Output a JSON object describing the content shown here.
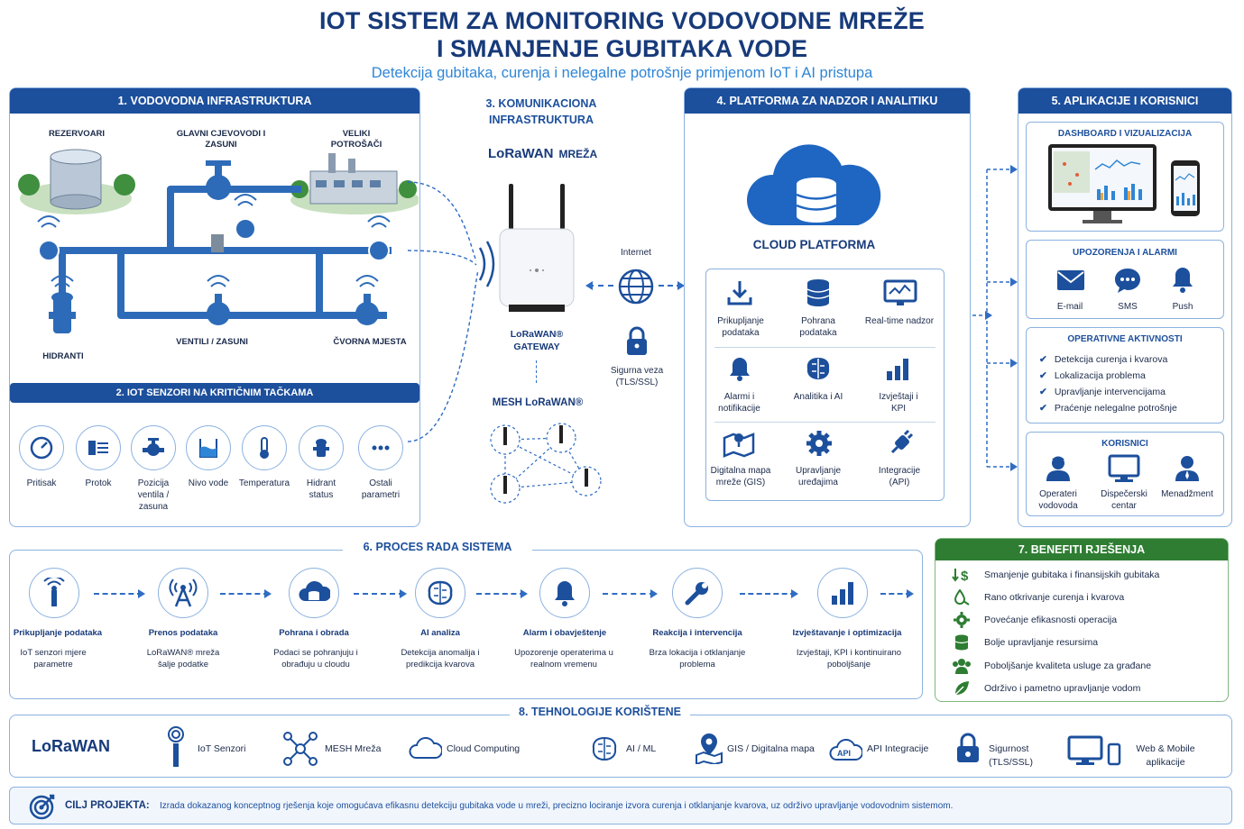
{
  "title_line1": "IOT SISTEM ZA MONITORING VODOVODNE MREŽE",
  "title_line2": "I SMANJENJE GUBITAKA VODE",
  "subtitle": "Detekcija gubitaka, curenja i nelegalne potrošnje primjenom IoT i AI pristupa",
  "section1": {
    "header": "1. VODOVODNA INFRASTRUKTURA",
    "rezervoari": "REZERVOARI",
    "glavni": "GLAVNI CJEVOVODI I ZASUNI",
    "veliki": "VELIKI POTROŠAČI",
    "hidranti": "HIDRANTI",
    "ventili": "VENTILI / ZASUNI",
    "cvorna": "ČVORNA MJESTA"
  },
  "section2": {
    "header": "2. IOT SENZORI NA KRITIČNIM TAČKAMA",
    "sensors": [
      {
        "label": "Pritisak",
        "icon": "gauge-icon"
      },
      {
        "label": "Protok",
        "icon": "flow-icon"
      },
      {
        "label": "Pozicija ventila / zasuna",
        "icon": "valve-icon"
      },
      {
        "label": "Nivo vode",
        "icon": "water-level-icon"
      },
      {
        "label": "Temperatura",
        "icon": "thermometer-icon"
      },
      {
        "label": "Hidrant status",
        "icon": "hydrant-icon"
      },
      {
        "label": "Ostali parametri",
        "icon": "more-icon"
      }
    ]
  },
  "section3": {
    "header_line1": "3. KOMUNIKACIONA",
    "header_line2": "INFRASTRUKTURA",
    "lorawan_logo": "LoRaWAN",
    "mreza": "MREŽA",
    "gateway_line1": "LoRaWAN®",
    "gateway_line2": "GATEWAY",
    "internet": "Internet",
    "secure_line1": "Sigurna veza",
    "secure_line2": "(TLS/SSL)",
    "mesh": "MESH LoRaWAN®"
  },
  "section4": {
    "header": "4. PLATFORMA ZA NADZOR I ANALITIKU",
    "cloud": "CLOUD PLATFORMA",
    "items": [
      {
        "label": "Prikupljanje podataka",
        "icon": "download-icon"
      },
      {
        "label": "Pohrana podataka",
        "icon": "database-icon"
      },
      {
        "label": "Real-time nadzor",
        "icon": "monitor-icon"
      },
      {
        "label": "Alarmi i notifikacije",
        "icon": "bell-icon"
      },
      {
        "label": "Analitika i AI",
        "icon": "brain-icon"
      },
      {
        "label": "Izvještaji i KPI",
        "icon": "bar-chart-icon"
      },
      {
        "label": "Digitalna mapa mreže (GIS)",
        "icon": "map-icon"
      },
      {
        "label": "Upravljanje uređajima",
        "icon": "gear-icon"
      },
      {
        "label": "Integracije (API)",
        "icon": "plug-icon"
      }
    ]
  },
  "section5": {
    "header": "5. APLIKACIJE I KORISNICI",
    "dashboard": "DASHBOARD I VIZUALIZACIJA",
    "alarms_header": "UPOZORENJA I ALARMI",
    "alarms": [
      "E-mail",
      "SMS",
      "Push"
    ],
    "ops_header": "OPERATIVNE AKTIVNOSTI",
    "ops": [
      "Detekcija curenja i kvarova",
      "Lokalizacija problema",
      "Upravljanje intervencijama",
      "Praćenje nelegalne potrošnje"
    ],
    "users_header": "KORISNICI",
    "users": [
      "Operateri vodovoda",
      "Dispečerski centar",
      "Menadžment"
    ]
  },
  "section6": {
    "header": "6. PROCES RADA SISTEMA",
    "steps": [
      {
        "title": "Prikupljanje podataka",
        "desc": "IoT senzori mjere parametre",
        "icon": "sensor-icon"
      },
      {
        "title": "Prenos podataka",
        "desc": "LoRaWAN® mreža šalje podatke",
        "icon": "antenna-icon"
      },
      {
        "title": "Pohrana i obrada",
        "desc": "Podaci se pohranjuju i obrađuju u cloudu",
        "icon": "cloud-db-icon"
      },
      {
        "title": "AI analiza",
        "desc": "Detekcija anomalija i predikcija kvarova",
        "icon": "brain-icon"
      },
      {
        "title": "Alarm i obavještenje",
        "desc": "Upozorenje operaterima u realnom vremenu",
        "icon": "bell-icon"
      },
      {
        "title": "Reakcija i intervencija",
        "desc": "Brza lokacija i otklanjanje problema",
        "icon": "wrench-icon"
      },
      {
        "title": "Izvještavanje i optimizacija",
        "desc": "Izvještaji, KPI i kontinuirano poboljšanje",
        "icon": "bar-chart-icon"
      }
    ]
  },
  "section7": {
    "header": "7. BENEFITI RJEŠENJA",
    "items": [
      "Smanjenje gubitaka i finansijskih gubitaka",
      "Rano otkrivanje curenja i kvarova",
      "Povećanje efikasnosti operacija",
      "Bolje upravljanje resursima",
      "Poboljšanje kvaliteta usluge za građane",
      "Održivo i pametno upravljanje vodom"
    ]
  },
  "section8": {
    "header": "8. TEHNOLOGIJE KORIŠTENE",
    "items": [
      "IoT Senzori",
      "MESH Mreža",
      "Cloud Computing",
      "AI / ML",
      "GIS / Digitalna mapa",
      "API Integracije",
      "Sigurnost (TLS/SSL)",
      "Web & Mobile aplikacije"
    ]
  },
  "goal": {
    "label": "CILJ PROJEKTA:",
    "text": "Izrada dokazanog konceptnog rješenja koje omogućava efikasnu detekciju gubitaka vode u mreži, precizno lociranje izvora curenja i otklanjanje kvarova, uz održivo upravljanje vodovodnim sistemom."
  },
  "colors": {
    "primary": "#1c4f9c",
    "accent": "#2f86d6",
    "green": "#2e7d32",
    "border": "#8bb2e0"
  }
}
